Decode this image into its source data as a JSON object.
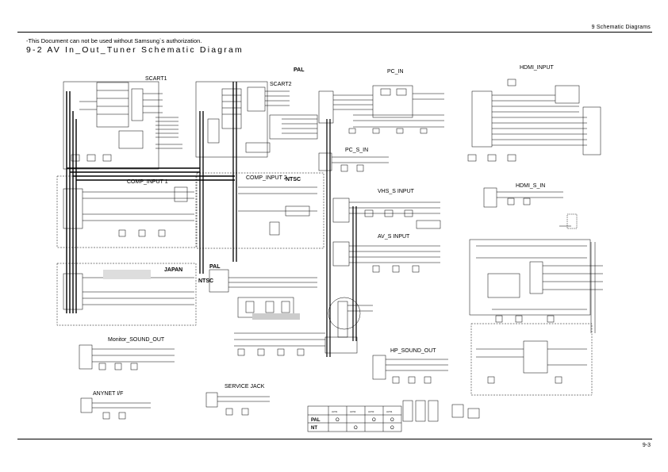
{
  "header": {
    "section": "9 Schematic Diagrams",
    "notice": "-This Document can not be used without Samsung`s authorization.",
    "title": "9-2 AV In_Out_Tuner Schematic Diagram"
  },
  "footer": {
    "page": "9-3"
  },
  "blocks": {
    "pal_top": "PAL",
    "scart1": "SCART1",
    "scart2": "SCART2",
    "pc_in": "PC_IN",
    "hdmi_input": "HDMI_INPUT",
    "pc_s_in": "PC_S_IN",
    "comp_input_1": "COMP_INPUT 1",
    "comp_input_2": "COMP_INPUT 2",
    "ntsc_a": "NTSC",
    "vhs_s_input": "VHS_S INPUT",
    "hdmi_s_in": "HDMI_S_IN",
    "av_s_input": "AV_S INPUT",
    "japan": "JAPAN",
    "pal_mid": "PAL",
    "ntsc_b": "NTSC",
    "monitor_sound_out": "Monitor_SOUND_OUT",
    "hp_sound_out": "HP_SOUND_OUT",
    "anynet": "ANYNET I/F",
    "service_jack": "SERVICE JACK"
  },
  "option_table": {
    "columns": [
      "",
      "JA701",
      "JA702",
      "JA703",
      "JA704"
    ],
    "rows": [
      {
        "label": "PAL",
        "marks": [
          "O",
          "",
          "O",
          "O"
        ]
      },
      {
        "label": "NT",
        "marks": [
          "",
          "O",
          "",
          "O"
        ]
      }
    ]
  }
}
